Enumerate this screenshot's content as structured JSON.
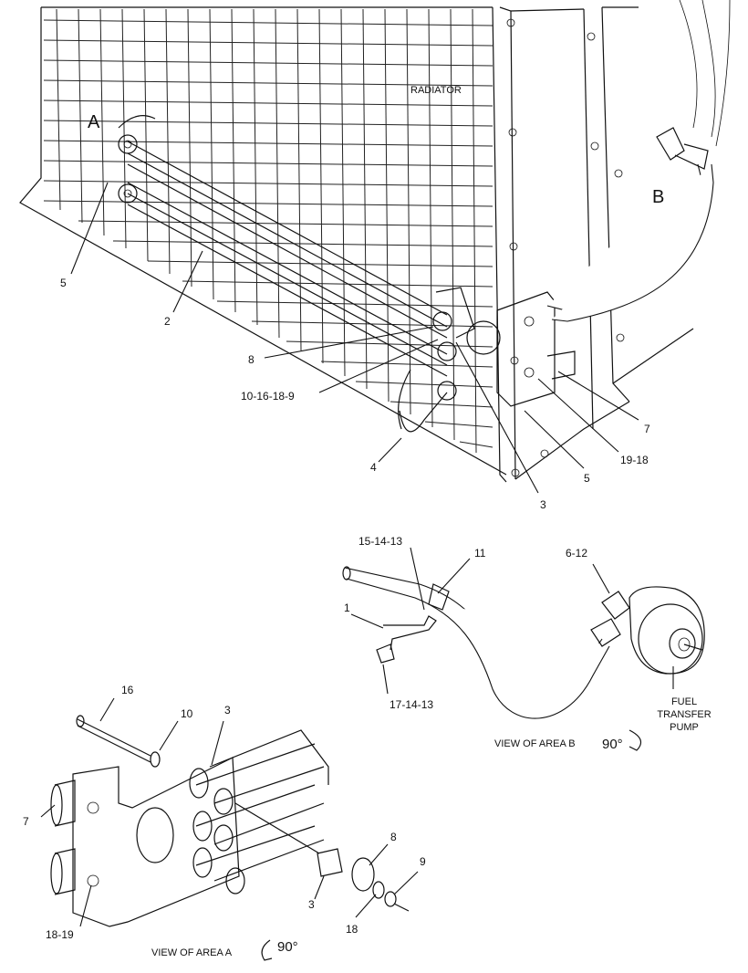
{
  "labels": {
    "radiator": "RADIATOR",
    "area_a": "A",
    "area_b": "B",
    "pump_line1": "FUEL",
    "pump_line2": "TRANSFER",
    "pump_line3": "PUMP",
    "view_b": "VIEW OF AREA B",
    "view_a": "VIEW OF AREA A",
    "rotation": "90°"
  },
  "callouts": {
    "c1": "1",
    "c2": "2",
    "c3": "3",
    "c4": "4",
    "c5": "5",
    "c7": "7",
    "c8": "8",
    "c9": "9",
    "c10": "10",
    "c11": "11",
    "c16": "16",
    "c18": "18",
    "c6_12": "6-12",
    "c10_16_18_9": "10-16-18-9",
    "c15_14_13": "15-14-13",
    "c17_14_13": "17-14-13",
    "c18_19": "18-19",
    "c19_18": "19-18"
  }
}
